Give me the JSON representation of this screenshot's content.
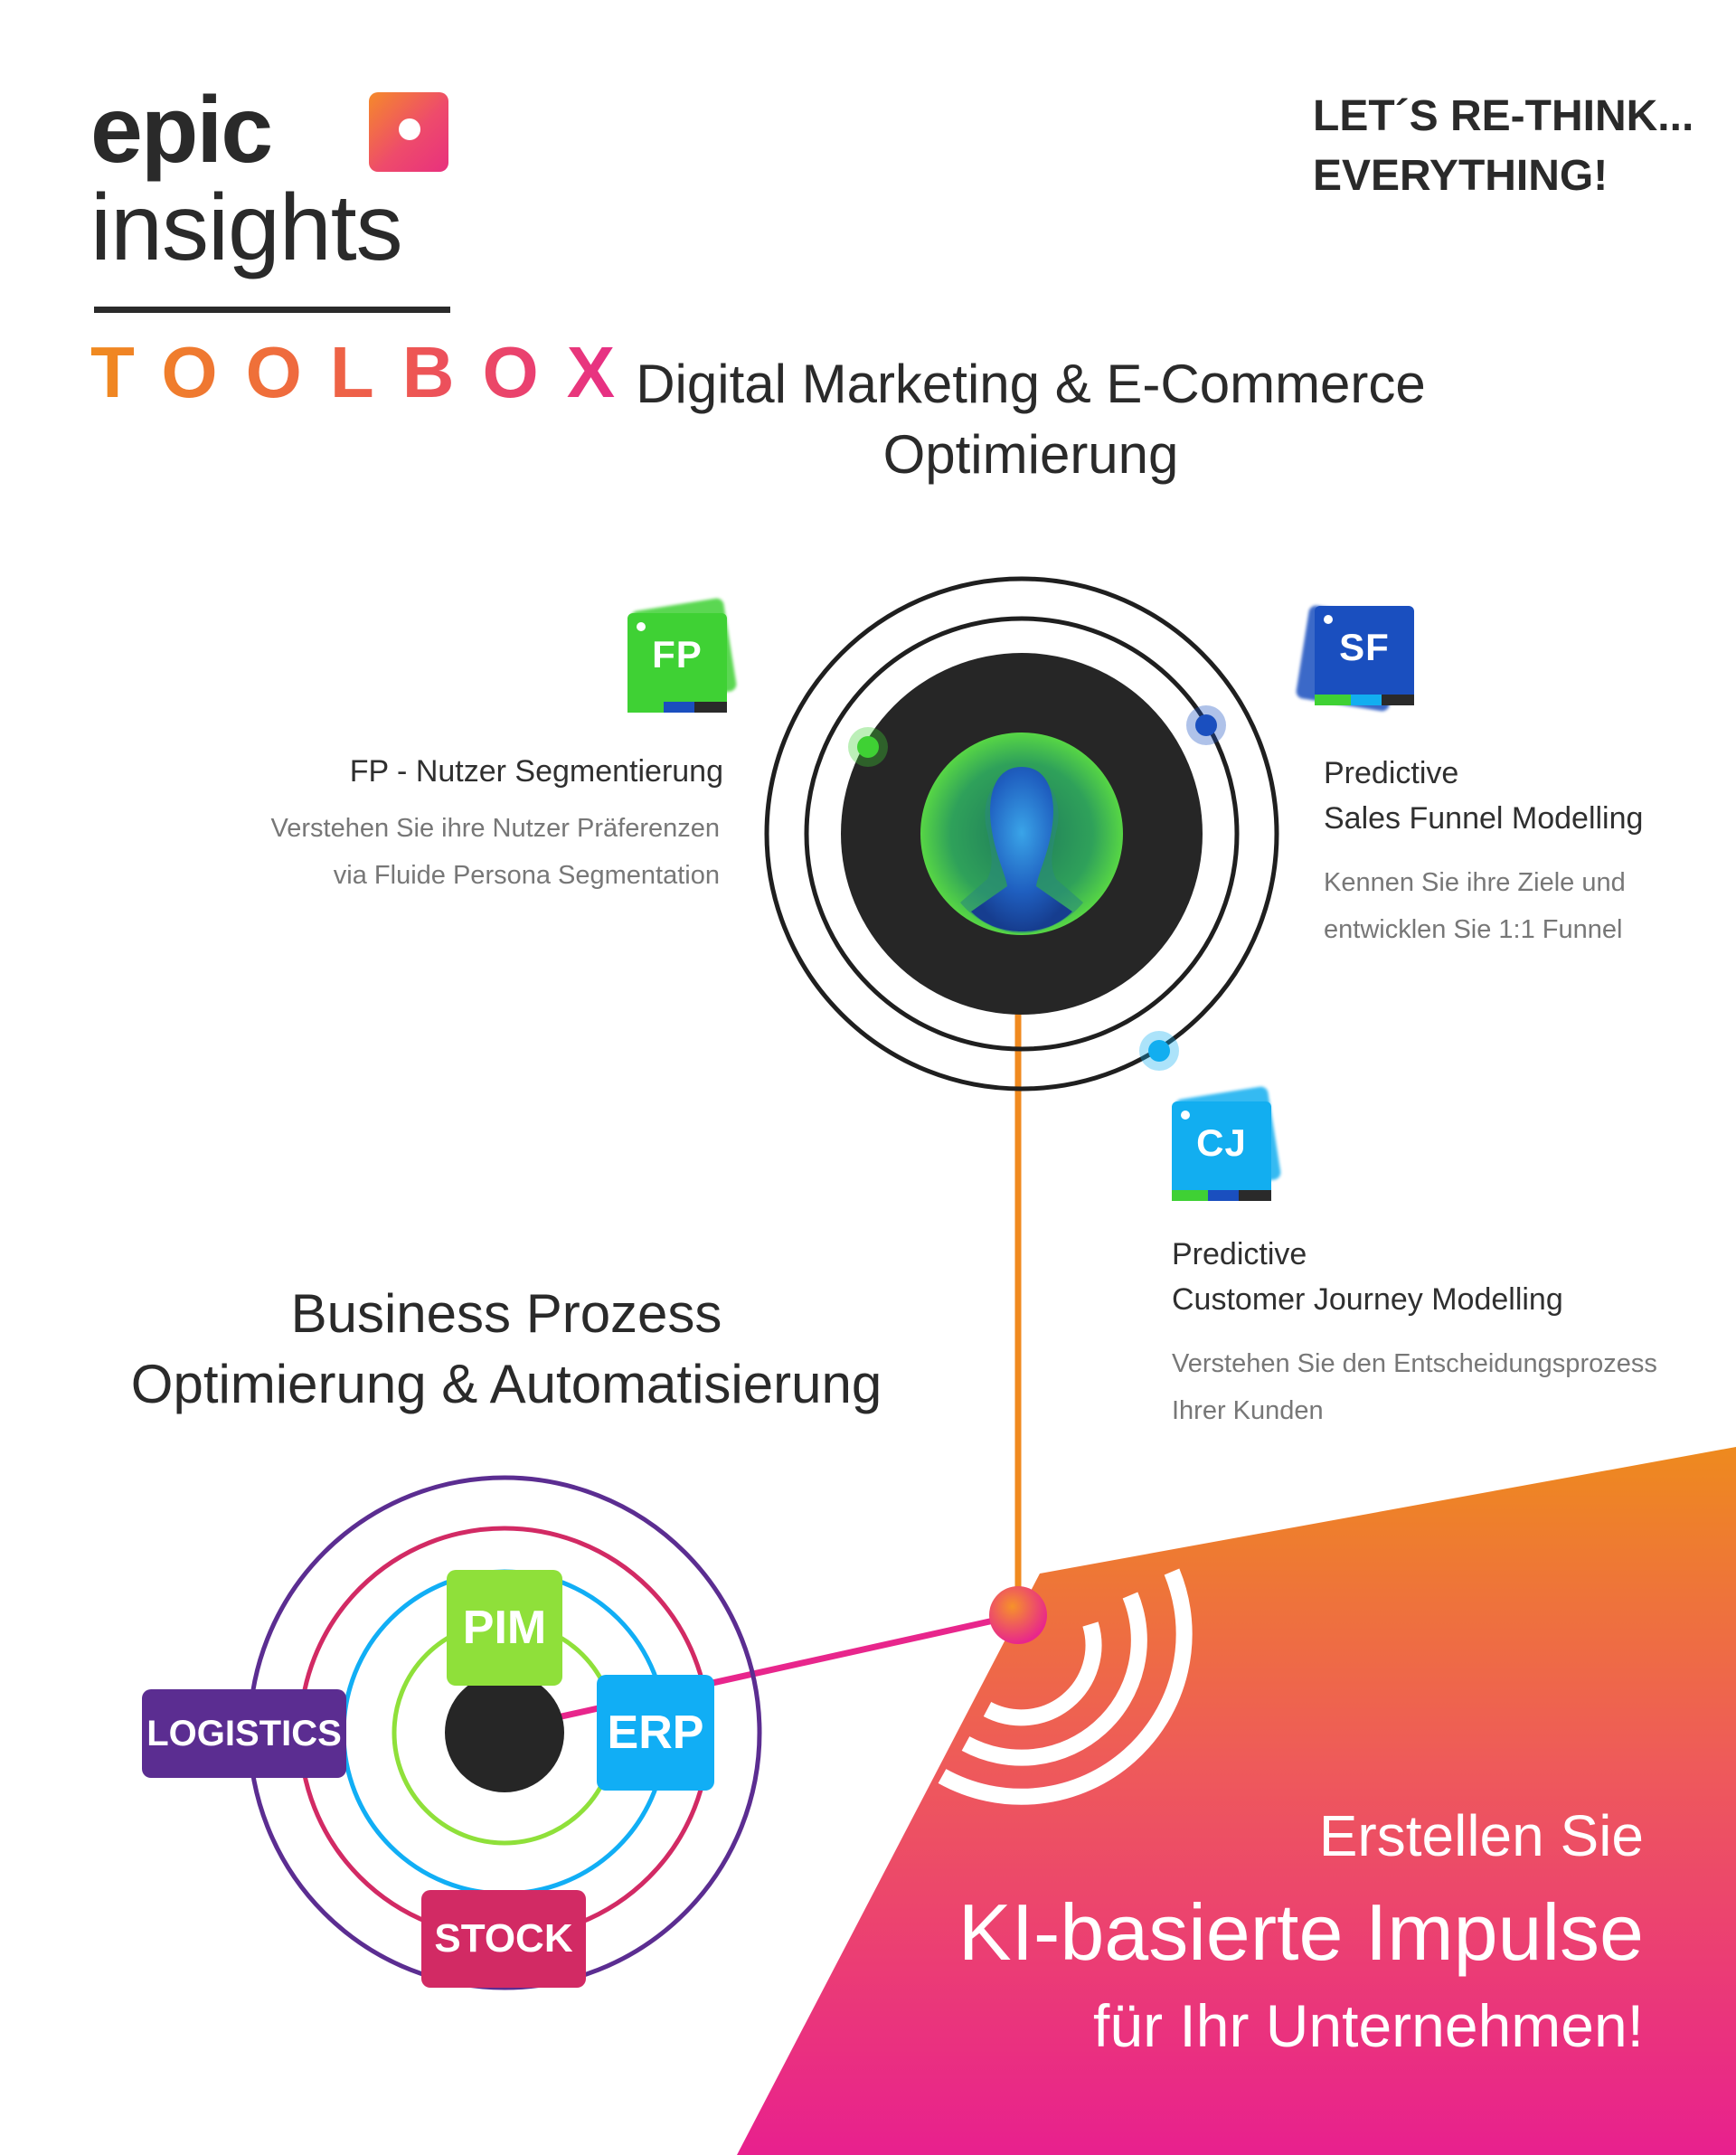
{
  "logo": {
    "word1": "epic",
    "word2": "insights",
    "product": "TOOLBOX"
  },
  "tagline": "LET´S RE-THINK...\nEVERYTHING!",
  "digital_heading": "Digital Marketing & E-Commerce\nOptimierung",
  "business_heading": "Business Prozess\nOptimierung & Automatisierung",
  "modules": [
    {
      "code": "FP",
      "title": "FP - Nutzer Segmentierung",
      "description": "Verstehen Sie ihre Nutzer Präferenzen\nvia Fluide Persona Segmentation",
      "color": "#3fd134"
    },
    {
      "code": "SF",
      "title": "Predictive\nSales Funnel Modelling",
      "description": "Kennen Sie ihre Ziele und\nentwicklen Sie 1:1 Funnel",
      "color": "#1a4fbf"
    },
    {
      "code": "CJ",
      "title": "Predictive\nCustomer Journey Modelling",
      "description": "Verstehen Sie den Entscheidungsprozess\nIhrer Kunden",
      "color": "#12aef0"
    }
  ],
  "business_tags": {
    "pim": "PIM",
    "erp": "ERP",
    "logistics": "LOGISTICS",
    "stock": "STOCK"
  },
  "cta": {
    "line1": "Erstellen Sie",
    "line2": "KI-basierte Impulse",
    "line3": "für Ihr Unternehmen!"
  },
  "colors": {
    "orange": "#f08a1f",
    "pink": "#e8268c",
    "dark": "#2a2a2a",
    "purple": "#5b2d91"
  }
}
